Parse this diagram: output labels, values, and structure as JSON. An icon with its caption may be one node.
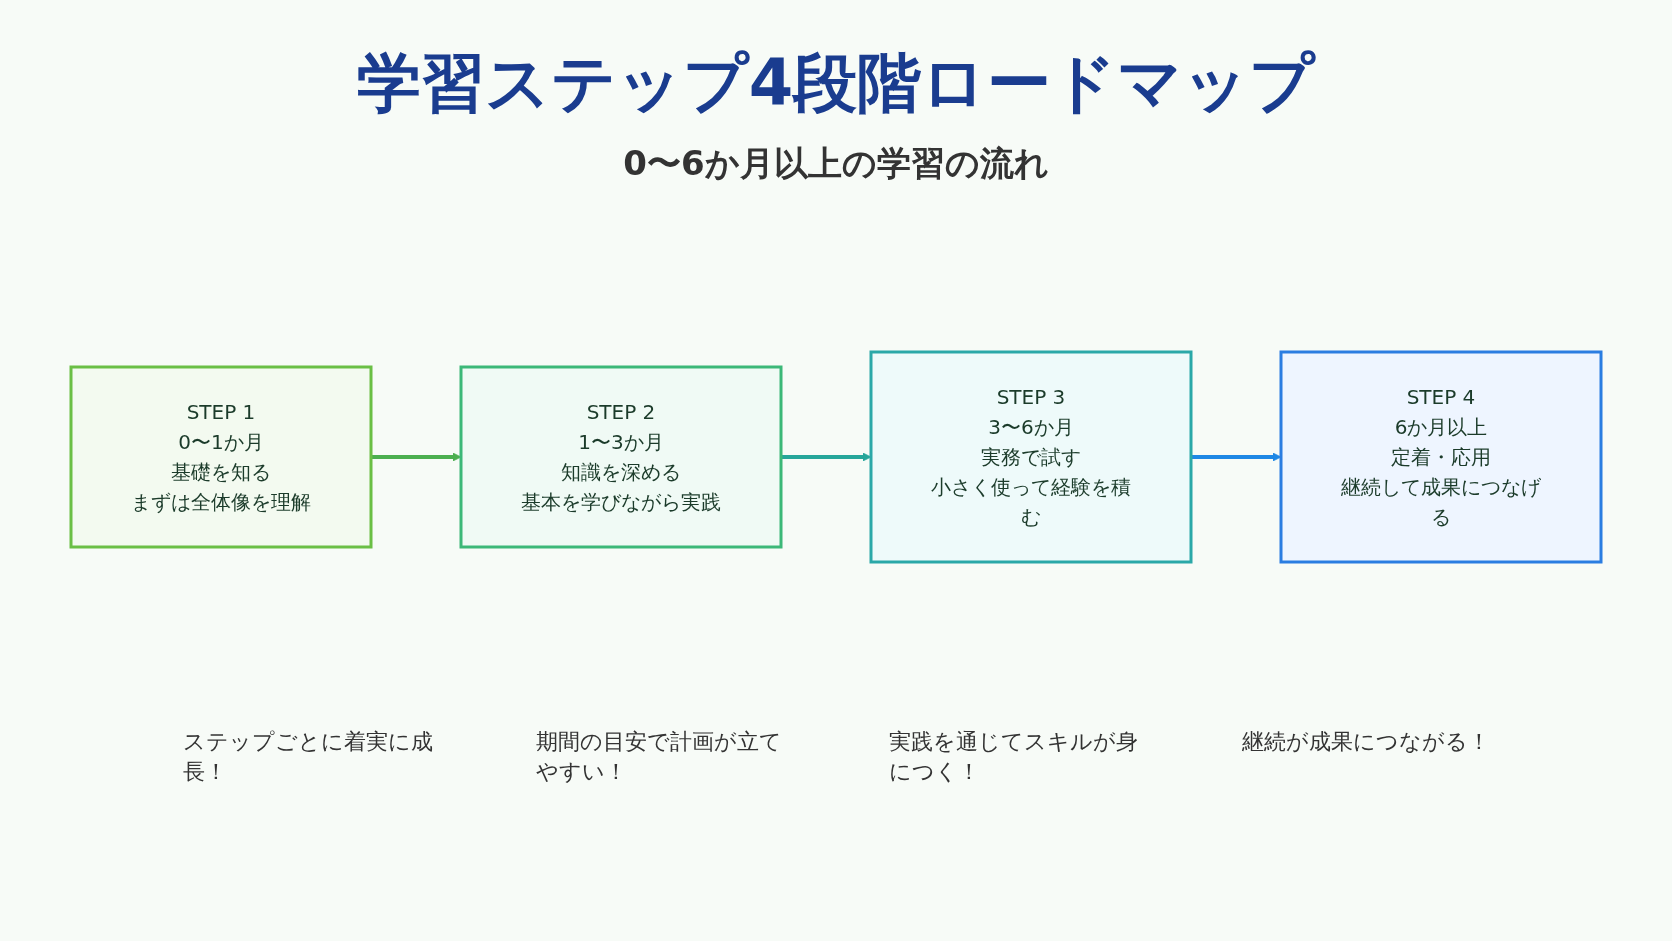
{
  "diagram": {
    "title": "学習ステップ4段階ロードマップ",
    "nodes": [
      {
        "text": [
          "STEP 1",
          "0〜1か月",
          "基礎を知る",
          "まずは全体像を理解"
        ]
      },
      {
        "text": [
          "STEP 2",
          "1〜3か月",
          "知識を深める",
          "基本を学びながら実践"
        ]
      },
      {
        "text": [
          "STEP 3",
          "3〜6か月",
          "実務で試す",
          "小さく使って経験を積む"
        ]
      },
      {
        "text": [
          "STEP 4",
          "6か月以上",
          "定着・応用",
          "継続して成果につなげる"
        ]
      }
    ],
    "edges": [
      {
        "from": 0,
        "to": 1,
        "arrow": "to",
        "color": "#4caf50"
      },
      {
        "from": 1,
        "to": 2,
        "arrow": "to",
        "color": "#26a69a"
      },
      {
        "from": 2,
        "to": 3,
        "arrow": "to",
        "color": "#1e88e5"
      }
    ],
    "labels": [
      "0〜6か月以上の学習の流れ",
      "ステップごとに着実に成長！",
      "期間の目安で計画が立てやすい！",
      "実践を通じてスキルが身につく！",
      "継続が成果につながる！"
    ]
  }
}
